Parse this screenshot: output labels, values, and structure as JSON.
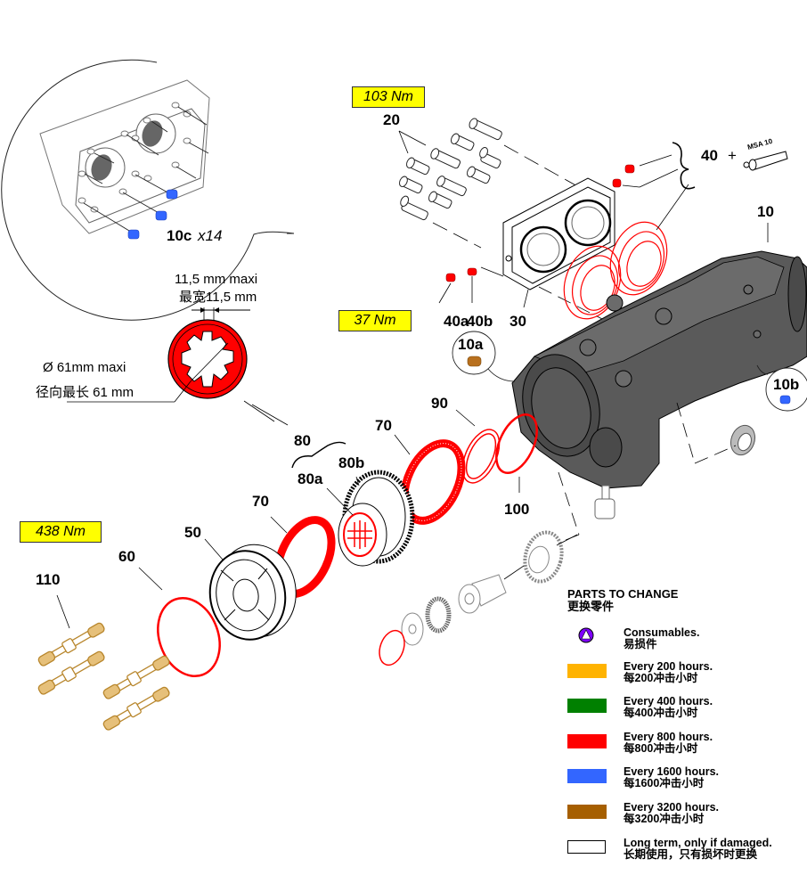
{
  "torque_specs": {
    "t103": "103 Nm",
    "t37": "37 Nm",
    "t438": "438 Nm"
  },
  "part_labels": {
    "p10": "10",
    "p10a": "10a",
    "p10b": "10b",
    "p10c": "10c",
    "p10c_qty": "x14",
    "p20": "20",
    "p30": "30",
    "p40": "40",
    "p40_plus": "+",
    "p40a": "40a",
    "p40b": "40b",
    "p50": "50",
    "p60": "60",
    "p70_left": "70",
    "p70_right": "70",
    "p80": "80",
    "p80a": "80a",
    "p80b": "80b",
    "p90": "90",
    "p100": "100",
    "p110": "110",
    "grease": "MSA 10"
  },
  "dimensions": {
    "width_en": "11,5 mm maxi",
    "width_cn": "最宽11,5 mm",
    "diameter_en": "Ø 61mm maxi",
    "diameter_cn": "径向最长 61 mm"
  },
  "legend": {
    "title_en": "PARTS TO CHANGE",
    "title_cn": "更换零件",
    "items": [
      {
        "type": "consumable-icon",
        "color": "#7f00ff",
        "en": "Consumables.",
        "cn": "易损件"
      },
      {
        "type": "swatch",
        "color": "#ffb300",
        "en": "Every 200 hours.",
        "cn": "每200冲击小时"
      },
      {
        "type": "swatch",
        "color": "#008000",
        "en": "Every 400 hours.",
        "cn": "每400冲击小时"
      },
      {
        "type": "swatch",
        "color": "#ff0000",
        "en": "Every 800 hours.",
        "cn": "每800冲击小时"
      },
      {
        "type": "swatch",
        "color": "#3366ff",
        "en": "Every 1600 hours.",
        "cn": "每1600冲击小时"
      },
      {
        "type": "swatch",
        "color": "#a65f00",
        "en": "Every 3200 hours.",
        "cn": "每3200冲击小时"
      },
      {
        "type": "swatch",
        "color": "#ffffff",
        "en": "Long term, only if damaged.",
        "cn": "长期使用，只有损坏时更换"
      }
    ]
  },
  "colors": {
    "red_part": "#ff0000",
    "blue_part": "#3366ff",
    "brown_part": "#b8862c",
    "body_gray": "#555555",
    "torque_bg": "#ffff00"
  }
}
